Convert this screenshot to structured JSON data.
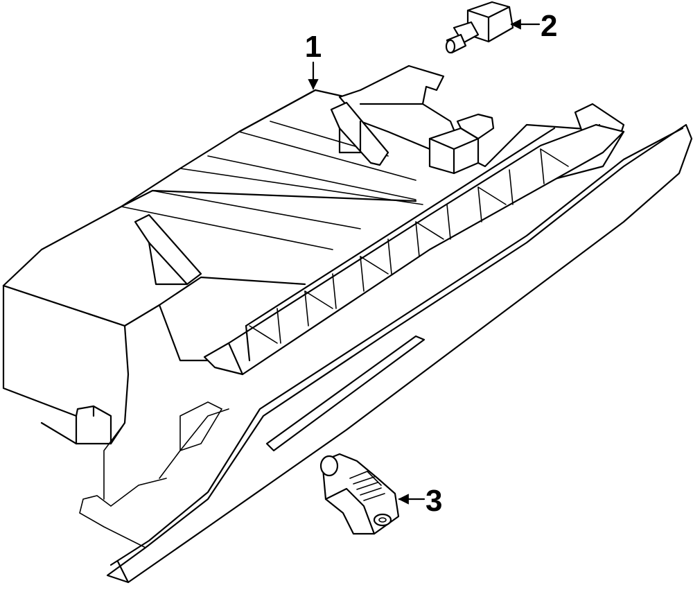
{
  "callouts": [
    {
      "number": "1",
      "part": "glove-box-assembly"
    },
    {
      "number": "2",
      "part": "lamp-switch"
    },
    {
      "number": "3",
      "part": "lock-cylinder"
    }
  ]
}
